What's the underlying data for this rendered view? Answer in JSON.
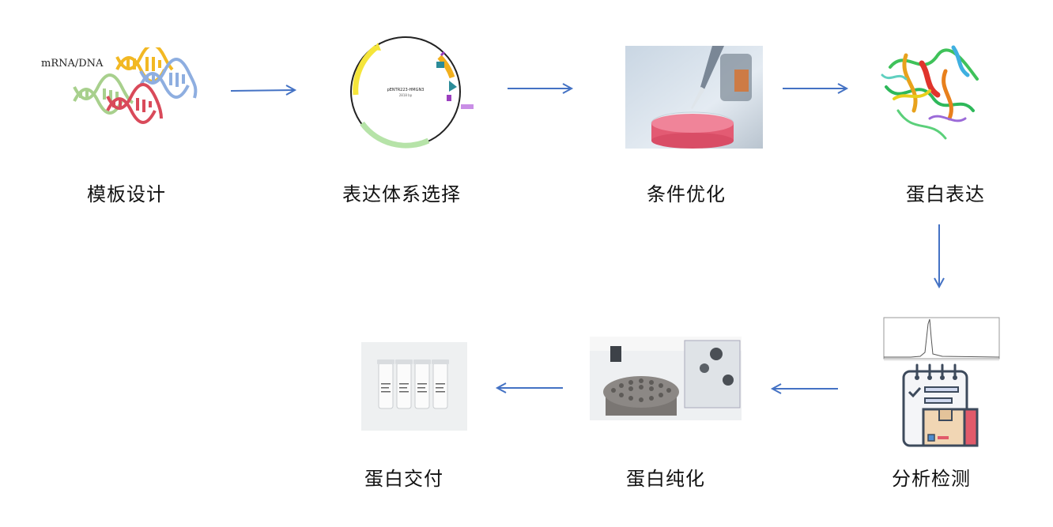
{
  "steps": {
    "template_design": "模板设计",
    "expression_system": "表达体系选择",
    "condition_optimization": "条件优化",
    "protein_expression": "蛋白表达",
    "analysis_detection": "分析检测",
    "protein_purification": "蛋白纯化",
    "protein_delivery": "蛋白交付"
  },
  "template_image": {
    "label": "mRNA/DNA"
  },
  "plasmid_image": {
    "name": "pENTR223-HMGN3",
    "size": "2818 bp"
  },
  "colors": {
    "arrow": "#4472c4"
  }
}
